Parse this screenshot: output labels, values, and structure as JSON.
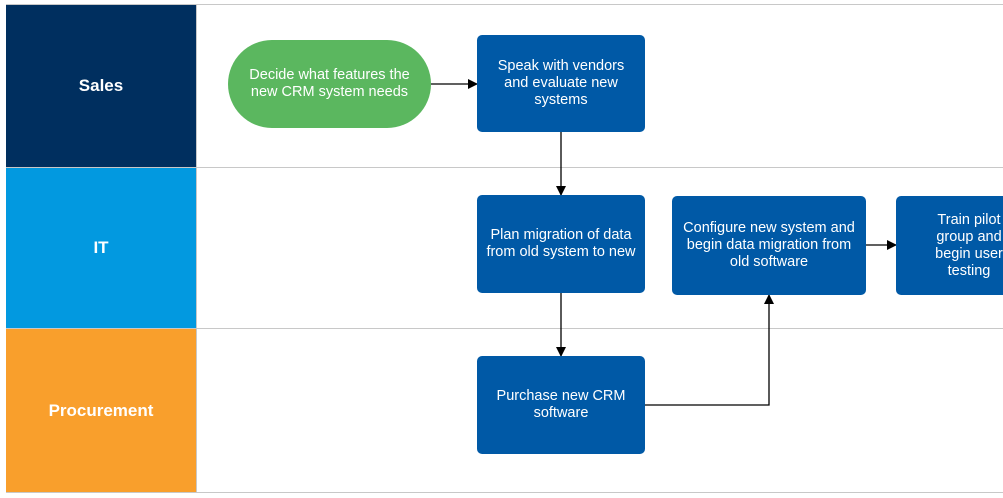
{
  "lanes": [
    {
      "label": "Sales",
      "color": "#002f5f"
    },
    {
      "label": "IT",
      "color": "#0299e0"
    },
    {
      "label": "Procurement",
      "color": "#f99f2c"
    }
  ],
  "nodes": {
    "decide": {
      "label": "Decide what features the new CRM system needs",
      "shape": "terminal",
      "color": "#5bb75f"
    },
    "speak": {
      "label": "Speak with vendors and evaluate new systems",
      "shape": "process",
      "color": "#0059a6"
    },
    "plan": {
      "label": "Plan migration of data from old system to new",
      "shape": "process",
      "color": "#0059a6"
    },
    "configure": {
      "label": "Configure new system and begin data migration from old software",
      "shape": "process",
      "color": "#0059a6"
    },
    "train": {
      "label": "Train pilot group and begin user testing",
      "shape": "process",
      "color": "#0059a6"
    },
    "purchase": {
      "label": "Purchase new CRM software",
      "shape": "process",
      "color": "#0059a6"
    }
  },
  "edges": [
    {
      "from": "decide",
      "to": "speak"
    },
    {
      "from": "speak",
      "to": "plan"
    },
    {
      "from": "plan",
      "to": "purchase"
    },
    {
      "from": "purchase",
      "to": "configure"
    },
    {
      "from": "configure",
      "to": "train"
    }
  ],
  "colors": {
    "border": "#c8c8c8",
    "connector": "#000000"
  }
}
